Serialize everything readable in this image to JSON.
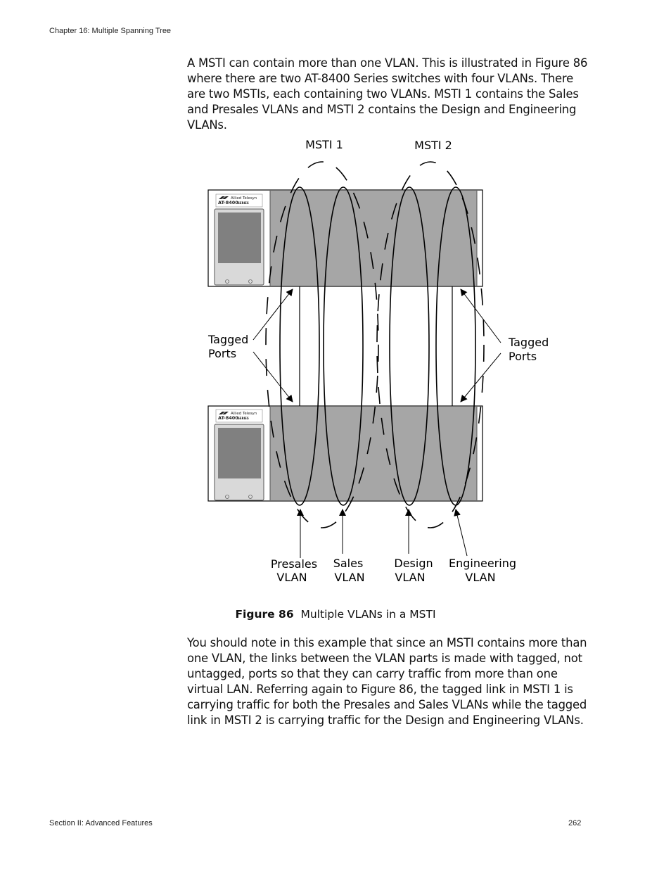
{
  "header": {
    "chapter": "Chapter 16: Multiple Spanning Tree"
  },
  "intro": "A MSTI can contain more than one VLAN. This is illustrated in Figure 86 where there are two AT-8400 Series switches with four VLANs. There are two MSTIs, each containing two VLANs. MSTI 1 contains the Sales and Presales VLANs and MSTI 2 contains the Design and Engineering VLANs.",
  "figure": {
    "msti_labels": [
      "MSTI 1",
      "MSTI 2"
    ],
    "tagged_ports_left": [
      "Tagged",
      "Ports"
    ],
    "tagged_ports_right": [
      "Tagged",
      "Ports"
    ],
    "switch_brand": "Allied Telesyn",
    "switch_model": "AT-8400",
    "switch_series": "SERIES",
    "vlans": [
      {
        "line1": "Presales",
        "line2": "VLAN"
      },
      {
        "line1": "Sales",
        "line2": "VLAN"
      },
      {
        "line1": "Design",
        "line2": "VLAN"
      },
      {
        "line1": "Engineering",
        "line2": "VLAN"
      }
    ],
    "caption_number": "Figure 86",
    "caption_text": "Multiple VLANs in a MSTI",
    "colors": {
      "chassis": "#a6a6a6",
      "screen": "#808080",
      "faceplate": "#d9d9d9"
    }
  },
  "outro": "You should note in this example that since an MSTI contains more than one VLAN, the links between the VLAN parts is made with tagged, not untagged, ports so that they can carry traffic from more than one virtual LAN. Referring again to Figure 86, the tagged link in MSTI 1 is carrying traffic for both the Presales and Sales VLANs while the tagged link in MSTI 2 is carrying traffic for the Design and Engineering VLANs.",
  "footer": {
    "section": "Section II: Advanced Features",
    "page": "262"
  }
}
